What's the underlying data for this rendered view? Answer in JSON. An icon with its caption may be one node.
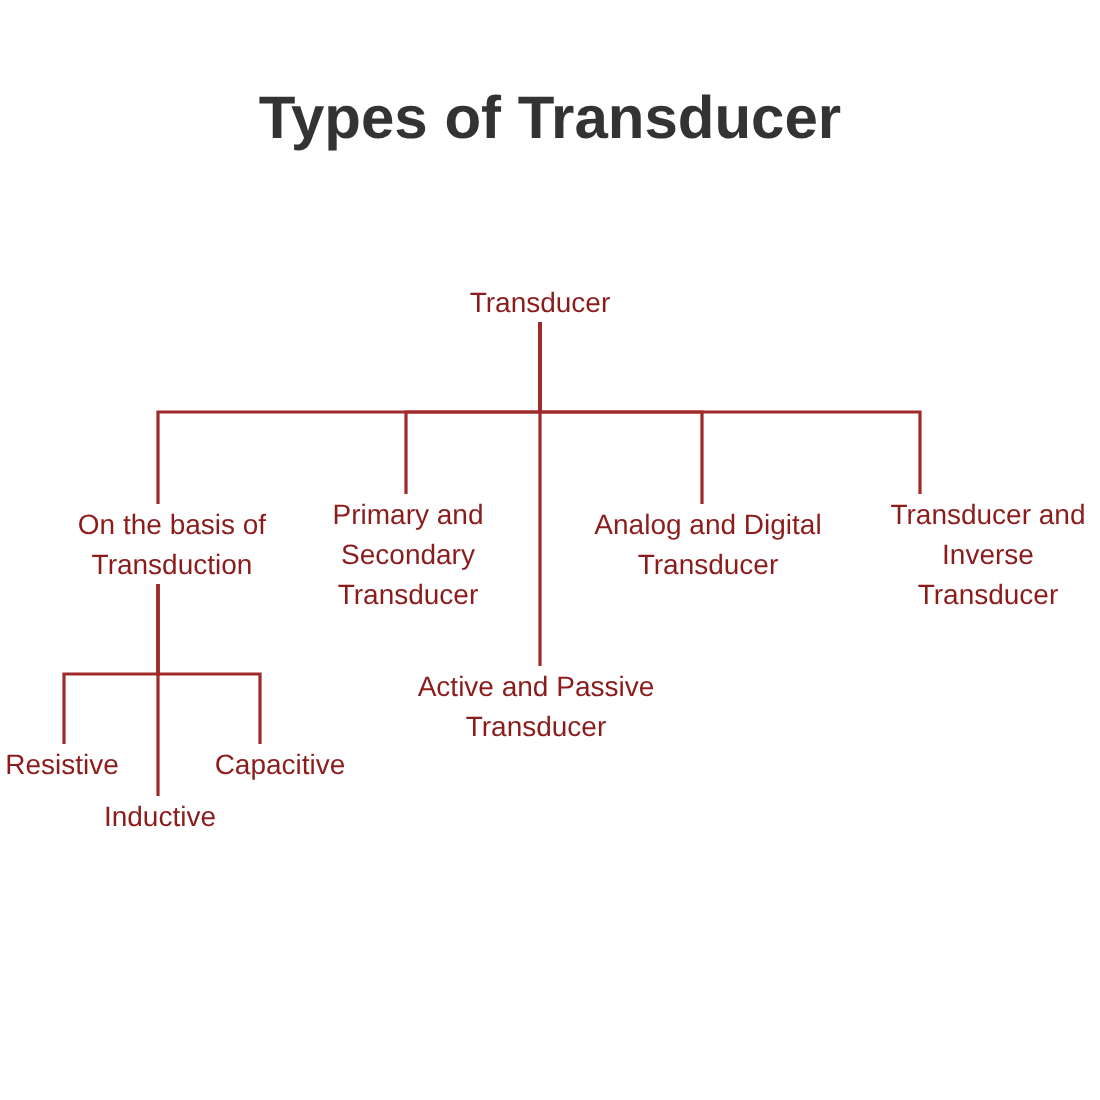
{
  "diagram": {
    "title": "Types of Transducer",
    "nodes": [
      {
        "text": [
          "Transducer"
        ]
      },
      {
        "text": [
          "On the basis of Transduction"
        ]
      },
      {
        "text": [
          "Primary and Secondary Transducer"
        ]
      },
      {
        "text": [
          "Active and Passive Transducer"
        ]
      },
      {
        "text": [
          "Analog and Digital Transducer"
        ]
      },
      {
        "text": [
          "Transducer and Inverse Transducer"
        ]
      },
      {
        "text": [
          "Resistive"
        ]
      },
      {
        "text": [
          "Inductive"
        ]
      },
      {
        "text": [
          "Capacitive"
        ]
      }
    ],
    "edges": [
      {
        "from": 0,
        "to": 1,
        "arrow": "none"
      },
      {
        "from": 0,
        "to": 2,
        "arrow": "none"
      },
      {
        "from": 0,
        "to": 3,
        "arrow": "none"
      },
      {
        "from": 0,
        "to": 4,
        "arrow": "none"
      },
      {
        "from": 0,
        "to": 5,
        "arrow": "none"
      },
      {
        "from": 1,
        "to": 6,
        "arrow": "none"
      },
      {
        "from": 1,
        "to": 7,
        "arrow": "none"
      },
      {
        "from": 1,
        "to": 8,
        "arrow": "none"
      }
    ]
  }
}
